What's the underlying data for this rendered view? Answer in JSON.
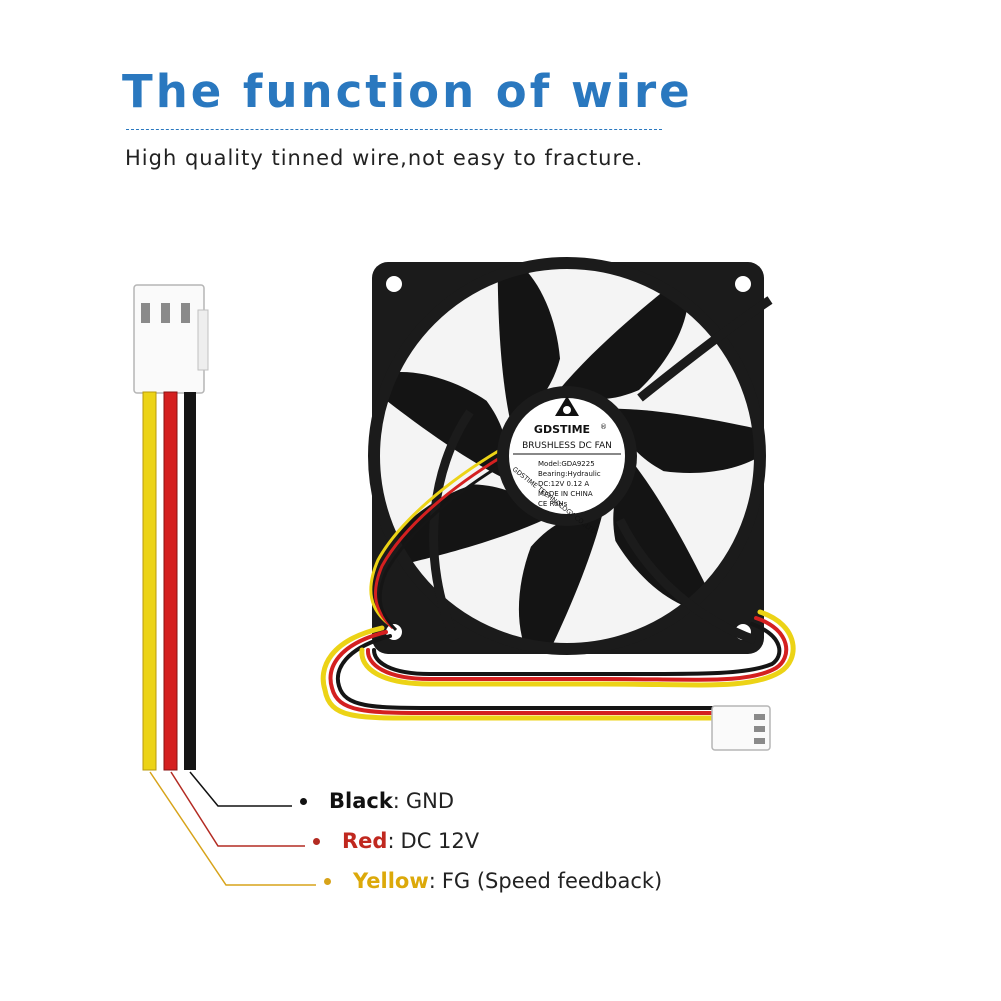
{
  "heading": {
    "title": "The function of wire",
    "subtitle": "High quality tinned wire,not easy to fracture."
  },
  "fan_label": {
    "brand": "GDSTIME",
    "registered": "®",
    "product": "BRUSHLESS DC FAN",
    "model": "Model:GDA9225",
    "bearing": "Bearing:Hydraulic",
    "rating": "DC:12V  0.12 A",
    "origin": "MADE IN CHINA",
    "certs": "CE RoHs",
    "company": "GDSTIME TECHNOLOGY CO.,LTD"
  },
  "wires": [
    {
      "name": "Black",
      "sep": ":",
      "function": "GND",
      "color": "#111111",
      "name_color": "#111111"
    },
    {
      "name": "Red",
      "sep": ":",
      "function": "DC 12V",
      "color": "#d42020",
      "name_color": "#c0281f"
    },
    {
      "name": "Yellow",
      "sep": ":",
      "function": "FG (Speed feedback)",
      "color": "#ecd316",
      "name_color": "#dca90a"
    }
  ],
  "colors": {
    "title_blue": "#2a78bf",
    "fan_body": "#1b1b1b",
    "leader_black": "#111111",
    "leader_red": "#b32b22",
    "leader_yellow": "#d7a31a"
  }
}
